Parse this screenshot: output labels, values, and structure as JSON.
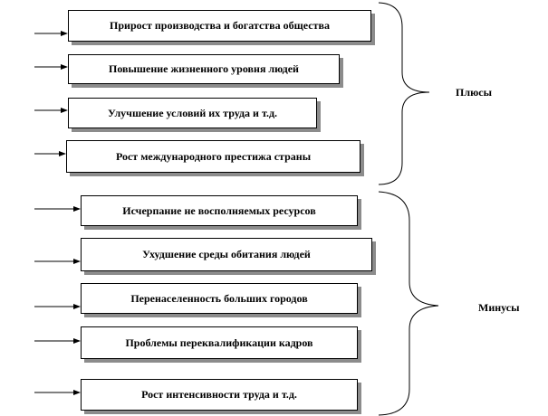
{
  "diagram": {
    "groups": [
      {
        "label": "Плюсы",
        "items": [
          "Прирост производства и богатства общества",
          "Повышение  жизненного уровня людей",
          "Улучшение  условий их труда  и т.д.",
          "Рост международного престижа страны"
        ]
      },
      {
        "label": "Минусы",
        "items": [
          "Исчерпание не восполняемых ресурсов",
          "Ухудшение  среды обитания людей",
          "Перенаселенность больших  городов",
          "Проблемы переквалификации кадров",
          "Рост интенсивности труда и т.д."
        ]
      }
    ],
    "colors": {
      "stroke": "#000000",
      "shadow": "#8c8c8c",
      "background": "#ffffff"
    }
  }
}
